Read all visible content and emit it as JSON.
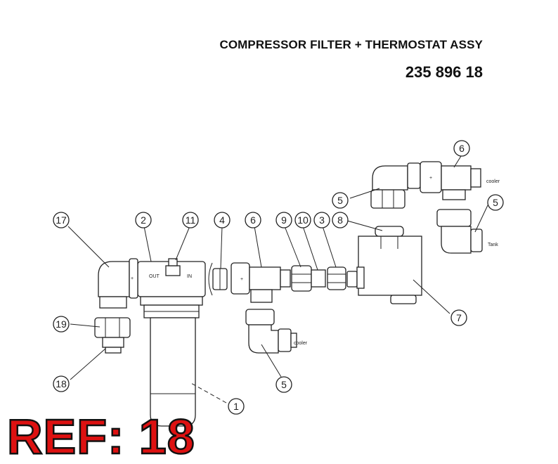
{
  "header": {
    "title": "COMPRESSOR FILTER + THERMOSTAT ASSY",
    "part_number": "235 896 18"
  },
  "reference": "REF: 18",
  "filter_labels": {
    "out": "OUT",
    "in": "IN"
  },
  "flow_labels": {
    "cooler_top": "cooler",
    "cooler_bottom": "cooler",
    "tank": "Tank"
  },
  "callouts": [
    {
      "id": "c17",
      "label": "17"
    },
    {
      "id": "c2",
      "label": "2"
    },
    {
      "id": "c11",
      "label": "11"
    },
    {
      "id": "c4",
      "label": "4"
    },
    {
      "id": "c6a",
      "label": "6"
    },
    {
      "id": "c9",
      "label": "9"
    },
    {
      "id": "c10",
      "label": "10"
    },
    {
      "id": "c3",
      "label": "3"
    },
    {
      "id": "c8",
      "label": "8"
    },
    {
      "id": "c5a",
      "label": "5"
    },
    {
      "id": "c6b",
      "label": "6"
    },
    {
      "id": "c5b",
      "label": "5"
    },
    {
      "id": "c7",
      "label": "7"
    },
    {
      "id": "c19",
      "label": "19"
    },
    {
      "id": "c18",
      "label": "18"
    },
    {
      "id": "c5c",
      "label": "5"
    },
    {
      "id": "c1",
      "label": "1"
    }
  ]
}
